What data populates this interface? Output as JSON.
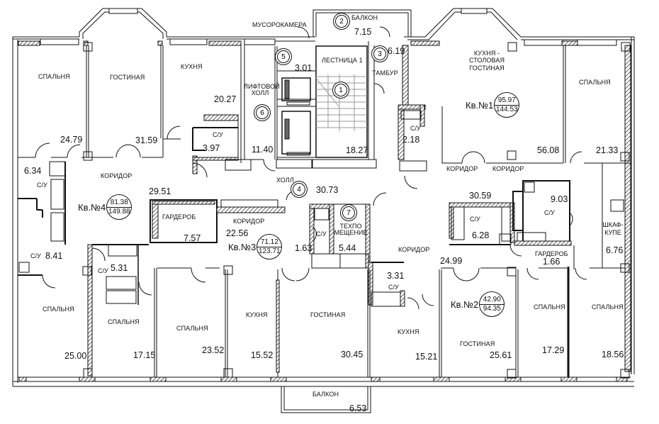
{
  "plan": {
    "common_areas": {
      "garbage_room": "МУСОРОКАМЕРА",
      "balcony_top": {
        "label": "БАЛКОН",
        "area": "7.15",
        "num": "2"
      },
      "stair": {
        "label": "ЛЕСТНИЦА 1",
        "area": "18.27",
        "num": "1"
      },
      "vestibule": {
        "label": "ТАМБУР",
        "area": "6.19",
        "num": "3"
      },
      "room5": {
        "area": "3.01",
        "num": "5"
      },
      "lift_hall": {
        "label_line1": "ЛИФТОВОЙ",
        "label_line2": "ХОЛЛ",
        "area": "11.40",
        "num": "6"
      },
      "hall": {
        "label": "ХОЛЛ",
        "area": "30.73",
        "num": "4"
      },
      "tech_room": {
        "label_line1": "ТЕХПО",
        "label_line2": "МЕЩЕНИЕ",
        "area": "5.44",
        "num": "7"
      },
      "balcony_bottom": {
        "label": "БАЛКОН",
        "area": "6.53"
      }
    },
    "apartments": [
      {
        "id": "kv1",
        "label": "Кв.№1",
        "living_area": "95.97",
        "total_area": "144.53",
        "rooms": [
          {
            "name": "КУХНЯ - СТОЛОВАЯ ГОСТИНАЯ",
            "line1": "КУХНЯ -",
            "line2": "СТОЛОВАЯ",
            "line3": "ГОСТИНАЯ",
            "area": "56.08"
          },
          {
            "name": "СПАЛЬНЯ",
            "area": "21.33"
          },
          {
            "name": "С/У",
            "area": "2.18"
          },
          {
            "name": "КОРИДОР",
            "area": "30.59"
          },
          {
            "name": "КОРИДОР",
            "area": ""
          },
          {
            "name": "С/У",
            "area": "9.03"
          },
          {
            "name": "С/У",
            "area": "6.28"
          },
          {
            "name": "ШКАФ-КУПЕ",
            "line1": "ШКАФ-",
            "line2": "КУПЕ",
            "area": "6.76"
          },
          {
            "name": "ГАРДЕРОБ",
            "area": "1.66"
          },
          {
            "name": "СПАЛЬНЯ",
            "area": "18.56"
          }
        ]
      },
      {
        "id": "kv2",
        "label": "Кв.№2",
        "living_area": "42.90",
        "total_area": "94.35",
        "rooms": [
          {
            "name": "КОРИДОР",
            "area": "24.99"
          },
          {
            "name": "С/У",
            "area": "3.31"
          },
          {
            "name": "КУХНЯ",
            "area": "15.21"
          },
          {
            "name": "ГОСТИНАЯ",
            "area": "25.61"
          },
          {
            "name": "СПАЛЬНЯ",
            "area": "17.29"
          }
        ]
      },
      {
        "id": "kv3",
        "label": "Кв.№3",
        "living_area": "71.12",
        "total_area": "123.71",
        "rooms": [
          {
            "name": "КОРИДОР",
            "area": "22.56"
          },
          {
            "name": "С/У",
            "area": "1.63"
          },
          {
            "name": "С/У",
            "area": "5.31"
          },
          {
            "name": "СПАЛЬНЯ",
            "area": "17.15"
          },
          {
            "name": "СПАЛЬНЯ",
            "area": "23.52"
          },
          {
            "name": "КУХНЯ",
            "area": "15.52"
          },
          {
            "name": "ГОСТИНАЯ",
            "area": "30.45"
          }
        ]
      },
      {
        "id": "kv4",
        "label": "Кв.№4",
        "living_area": "81.38",
        "total_area": "149.88",
        "rooms": [
          {
            "name": "СПАЛЬНЯ",
            "area": "24.79"
          },
          {
            "name": "ГОСТИНАЯ",
            "area": "31.59"
          },
          {
            "name": "КУХНЯ",
            "area": "20.27"
          },
          {
            "name": "С/У",
            "area": "3.97"
          },
          {
            "name": "КОРИДОР",
            "area": "29.51"
          },
          {
            "name": "С/У",
            "area": "6.34"
          },
          {
            "name": "С/У",
            "area": "8.41"
          },
          {
            "name": "ГАРДЕРОБ",
            "area": "7.57"
          },
          {
            "name": "СПАЛЬНЯ",
            "area": "25.00"
          }
        ]
      }
    ]
  }
}
